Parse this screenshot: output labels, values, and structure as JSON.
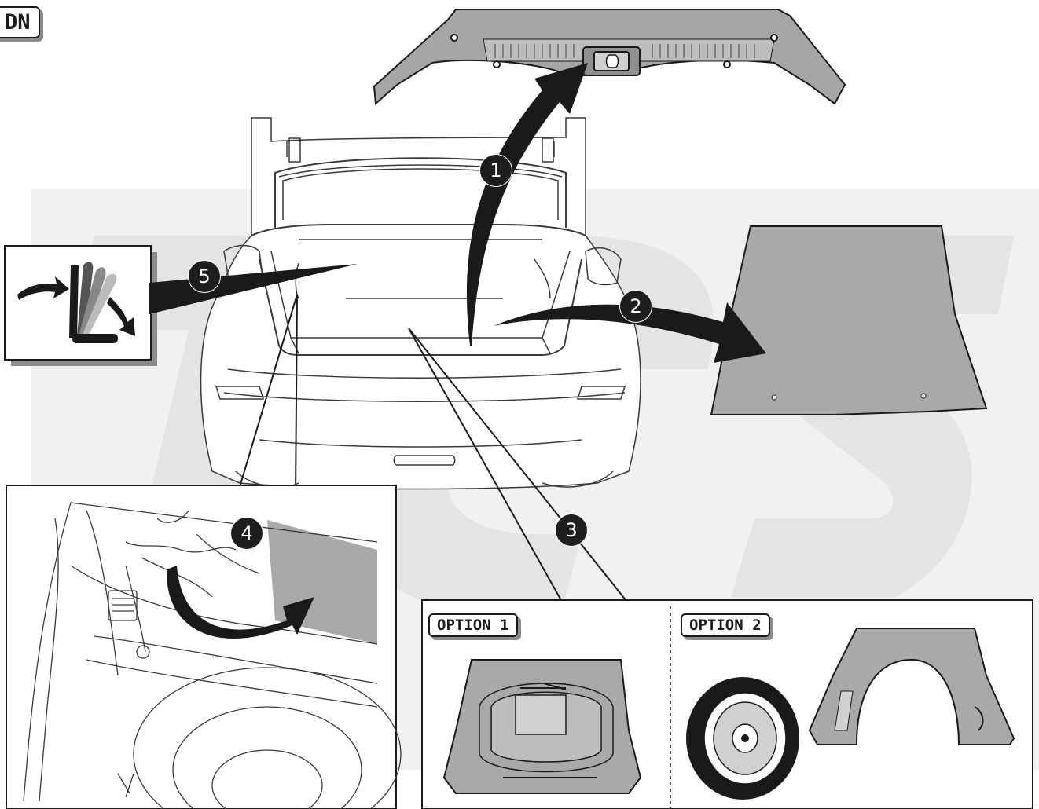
{
  "corner_tag": "DN",
  "options": {
    "option1": "OPTION 1",
    "option2": "OPTION 2"
  },
  "steps": [
    "1",
    "2",
    "3",
    "4",
    "5"
  ],
  "icons": {
    "seat_fold": "seat-fold-icon",
    "arrows": "curved-arrow-icon"
  },
  "colors": {
    "line": "#1a1a1a",
    "panel_gray": "#a9a9a9",
    "light_gray": "#cfcfcf",
    "watermark": "#ececec"
  }
}
